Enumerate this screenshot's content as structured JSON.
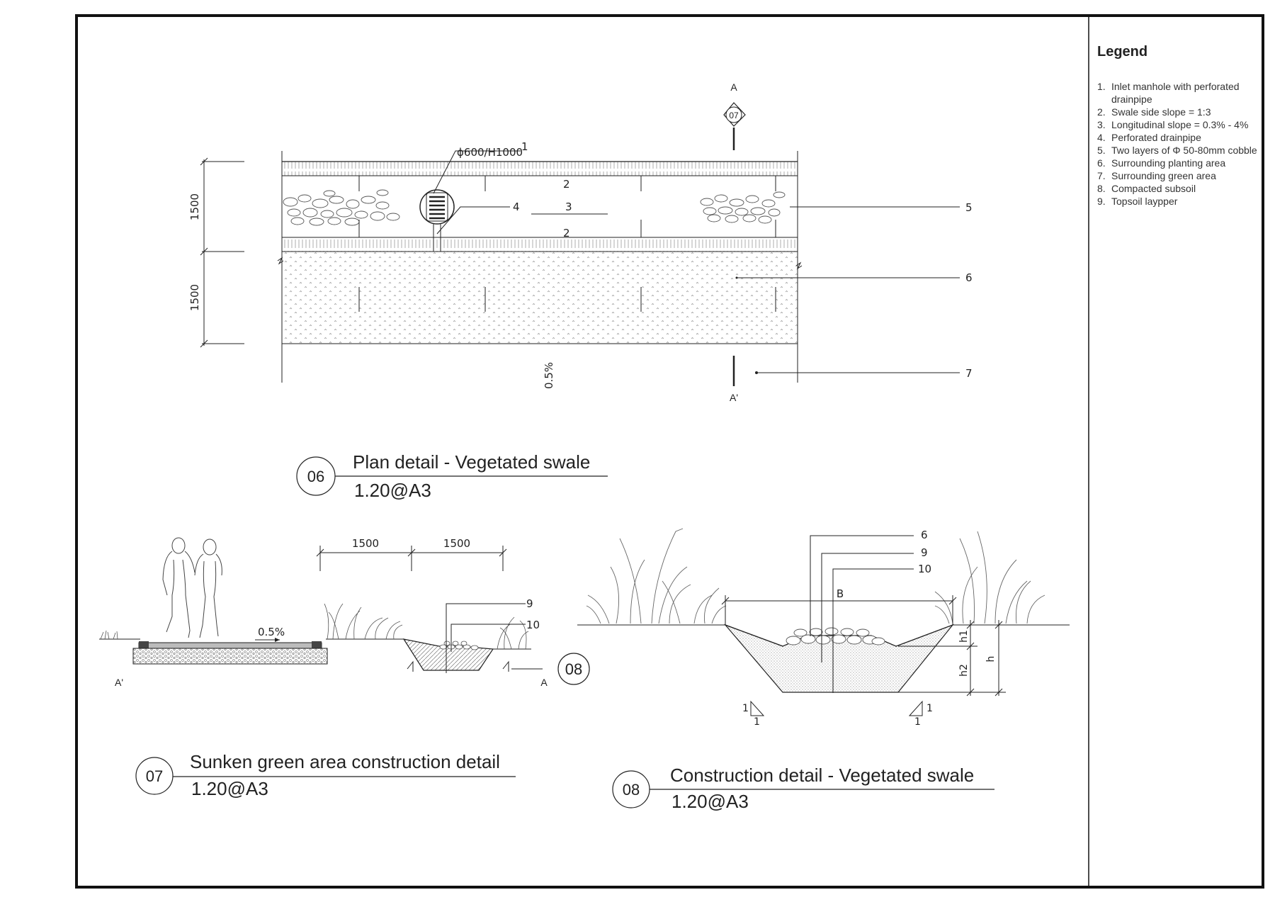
{
  "legend": {
    "title": "Legend",
    "items": [
      {
        "num": "1.",
        "text": "Inlet manhole with perforated drainpipe"
      },
      {
        "num": "2.",
        "text": "Swale side slope = 1:3"
      },
      {
        "num": "3.",
        "text": "Longitudinal slope = 0.3% - 4%"
      },
      {
        "num": "4.",
        "text": "Perforated drainpipe"
      },
      {
        "num": "5.",
        "text": "Two layers of Φ 50-80mm cobble"
      },
      {
        "num": "6.",
        "text": "Surrounding planting area"
      },
      {
        "num": "7.",
        "text": "Surrounding green area"
      },
      {
        "num": "8.",
        "text": "Compacted subsoil"
      },
      {
        "num": "9.",
        "text": "Topsoil laypper"
      }
    ]
  },
  "plan": {
    "section_mark": "A",
    "section_mark_bottom": "A'",
    "section_ref": "07",
    "manhole_label": "ϕ600/H1000",
    "callouts": {
      "c1": "1",
      "c2a": "2",
      "c2b": "2",
      "c3": "3",
      "c4": "4",
      "c5": "5",
      "c6": "6",
      "c7": "7"
    },
    "dim_top": "1500",
    "dim_bottom": "1500",
    "slope": "0.5%",
    "title_num": "06",
    "title": "Plan detail - Vegetated swale",
    "scale": "1.20@A3"
  },
  "section07": {
    "slope": "0.5%",
    "dim_left": "1500",
    "dim_right": "1500",
    "label_a_left": "A'",
    "label_a_right": "A",
    "callout_9": "9",
    "callout_10": "10",
    "ref_bubble": "08",
    "title_num": "07",
    "title": "Sunken green area construction detail",
    "scale": "1.20@A3"
  },
  "section08": {
    "callout_6": "6",
    "callout_9": "9",
    "callout_10": "10",
    "dim_b": "B",
    "dim_h1": "h1",
    "dim_h2": "h2",
    "dim_h": "h",
    "slope_left_v": "1",
    "slope_left_h": "1",
    "slope_right_v": "1",
    "slope_right_h": "1",
    "title_num": "08",
    "title": "Construction detail - Vegetated swale",
    "scale": "1.20@A3"
  }
}
